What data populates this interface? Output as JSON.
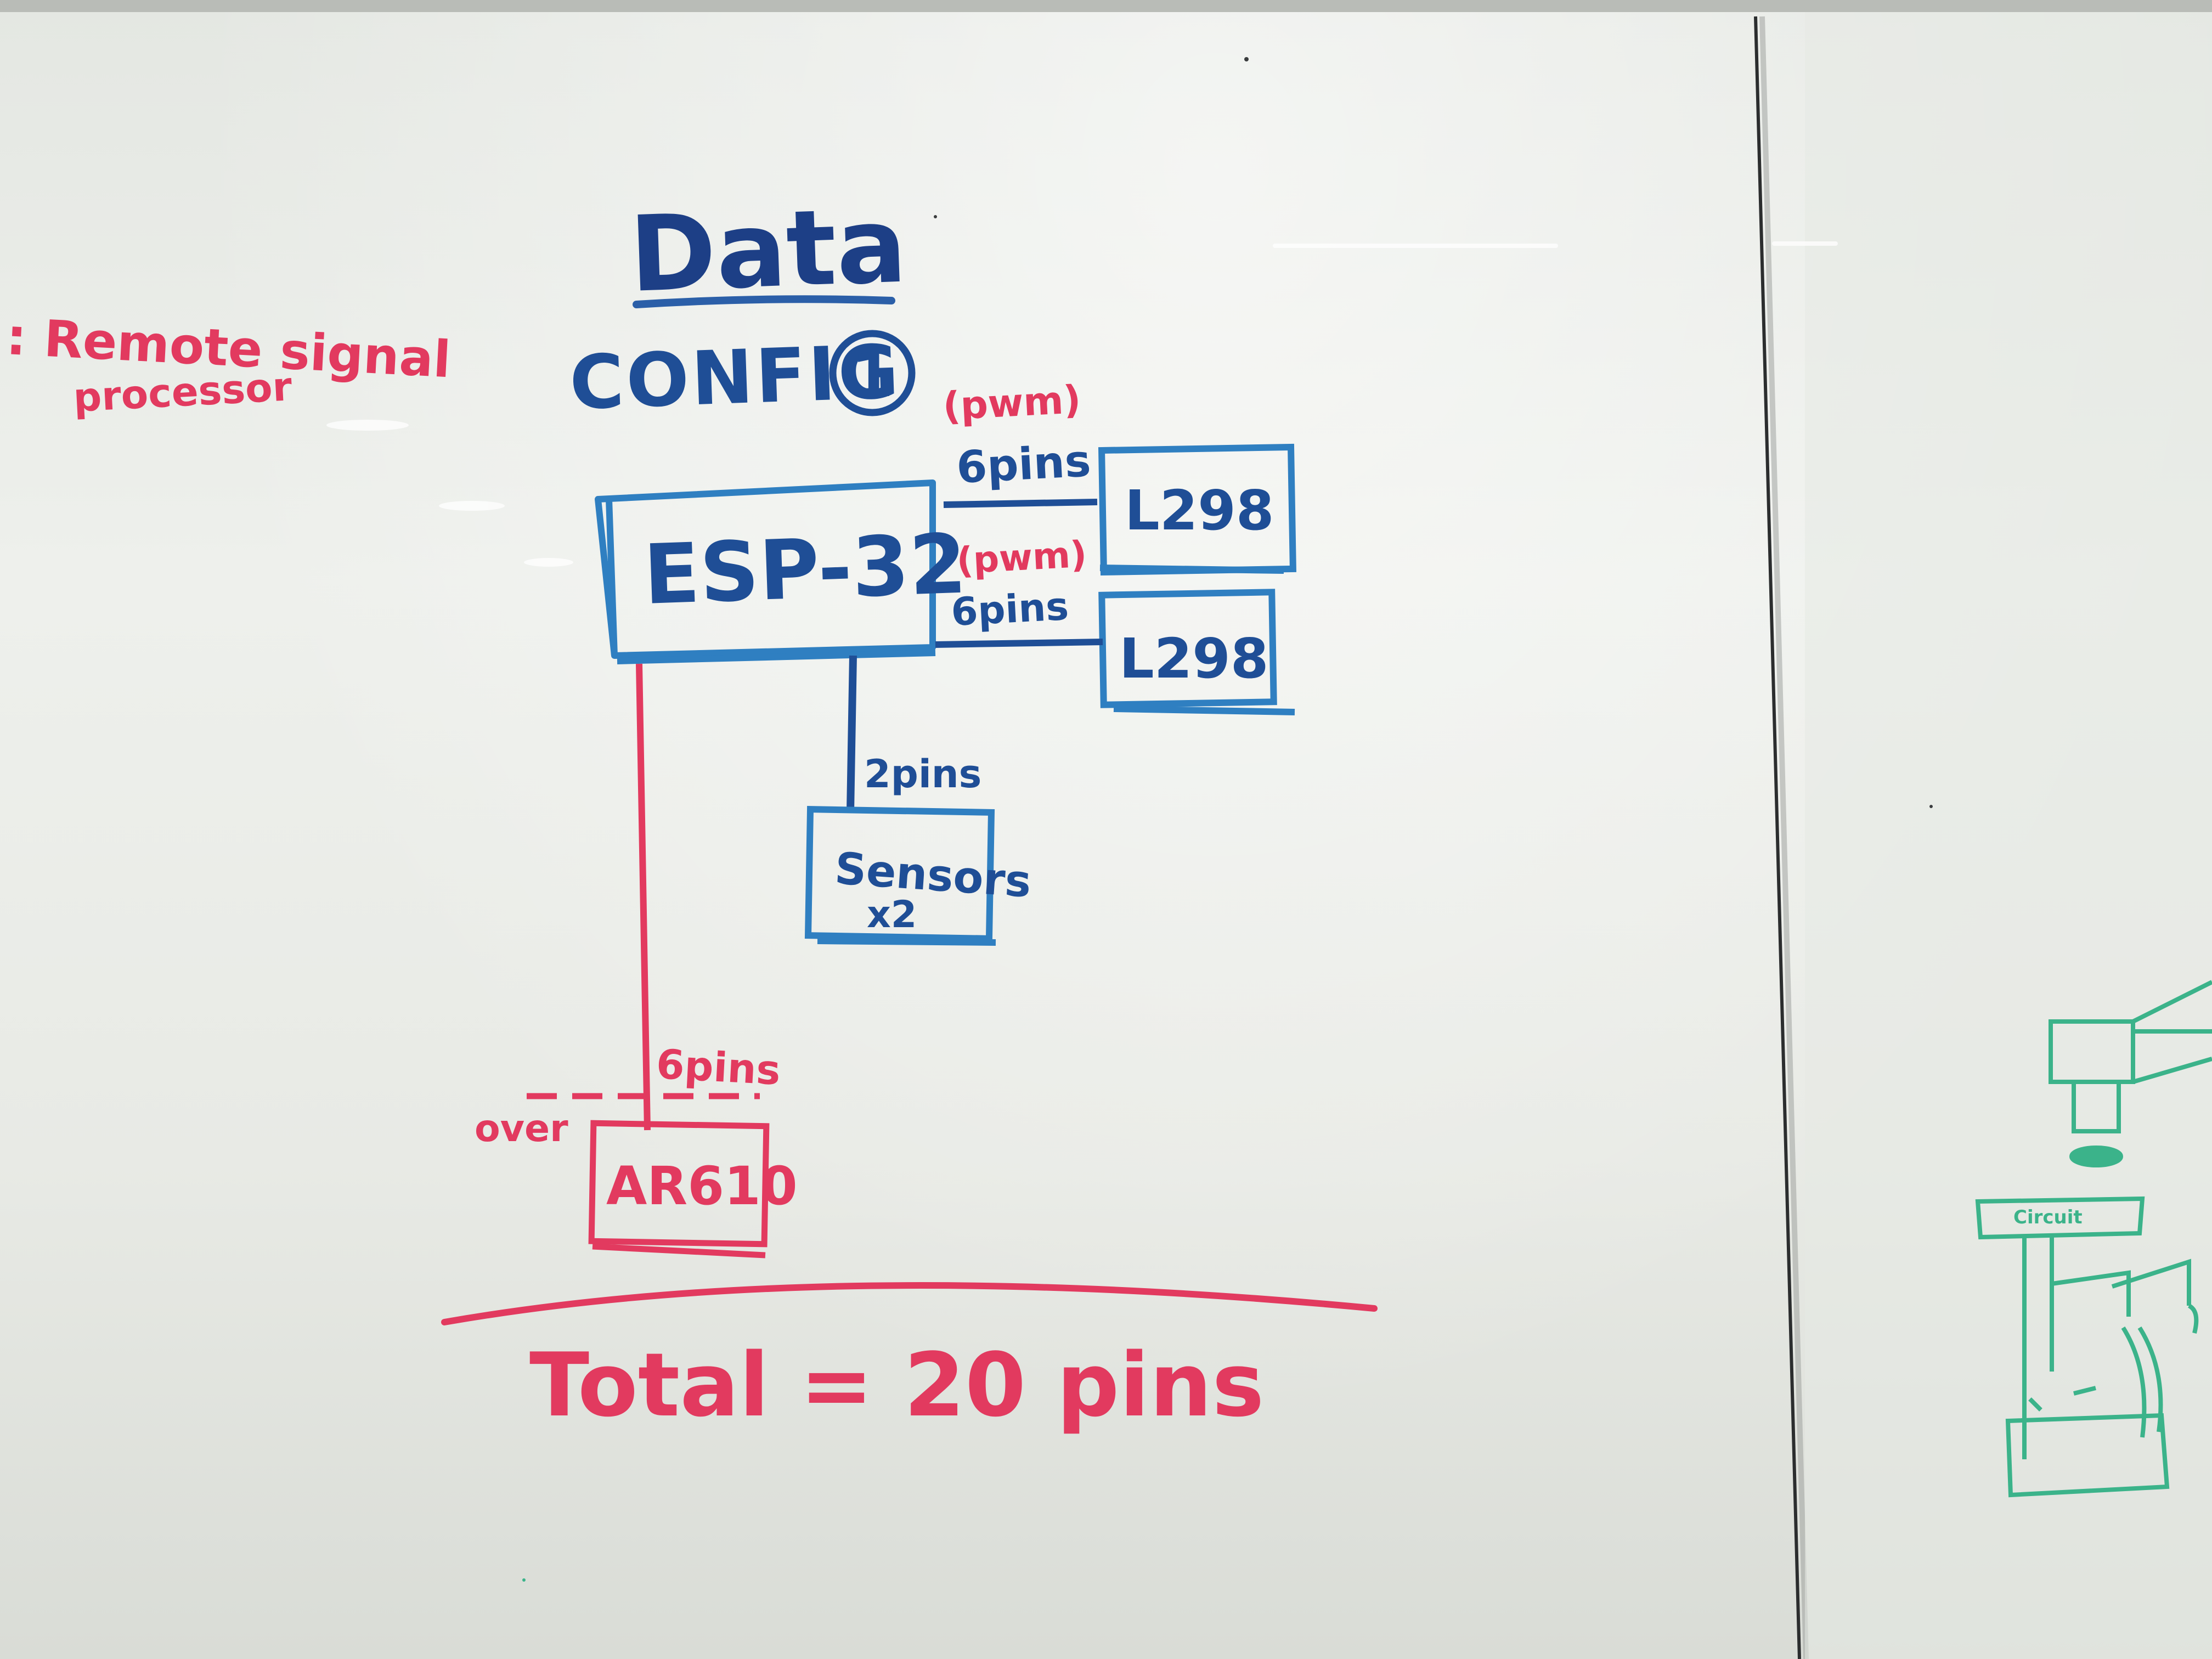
{
  "title": "Data",
  "config_label": "CONFIG",
  "config_number": "1",
  "side_note": {
    "line1": ": Remote signal",
    "line2": "processor"
  },
  "blocks": {
    "esp32": "ESP-32",
    "l298_top": "L298",
    "l298_bottom": "L298",
    "sensors_line1": "Sensors",
    "sensors_line2": "x2",
    "ar610": "AR610"
  },
  "connections": {
    "top_pwm": "(pwm)",
    "top_pins": "6pins",
    "bottom_pwm": "(pwm)",
    "bottom_pins": "6pins",
    "sensor_pins": "2pins",
    "ar610_pins": "6pins",
    "ar610_over": "over"
  },
  "total": "Total = 20 pins",
  "sketch_label": "Circuit",
  "colors": {
    "board": "#eceee9",
    "blue_marker": "#1f4e96",
    "light_blue_marker": "#2f7fc1",
    "red_marker": "#e23a5f",
    "green_marker": "#3bb38a"
  }
}
